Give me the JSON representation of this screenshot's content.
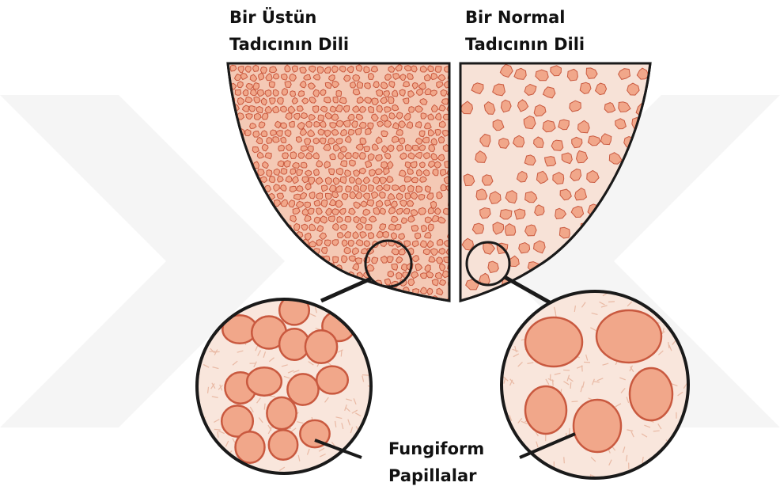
{
  "left_tongue": {
    "title_line1": "Bir Üstün",
    "title_line2": "Tadıcının Dili"
  },
  "right_tongue": {
    "title_line1": "Bir Normal",
    "title_line2": "Tadıcının Dili"
  },
  "callout": {
    "label_line1": "Fungiform",
    "label_line2": "Papillalar"
  },
  "colors": {
    "tongue_fill": "#f4c9b5",
    "papilla_fill": "#f1a78a",
    "papilla_outline": "#c9593f",
    "outline": "#1a1a1a",
    "zoom_bg": "#f9e6dc",
    "watermark": "#eeeeee"
  }
}
